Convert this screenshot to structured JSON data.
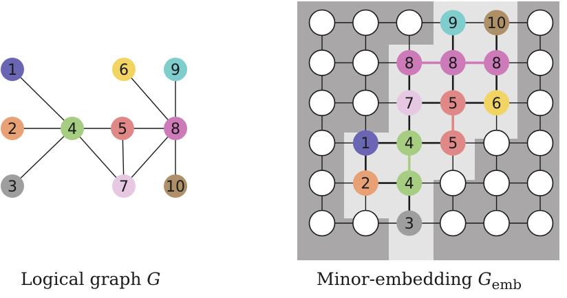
{
  "colors": {
    "n1": "#6a66b3",
    "n2": "#e8a174",
    "n3": "#9e9e9e",
    "n4": "#a6cd82",
    "n5": "#e08888",
    "n6": "#f2d463",
    "n7": "#e6c8e3",
    "n8": "#cc7ab8",
    "n9": "#7fcdcd",
    "n10": "#ae9068",
    "dark_region": "#a9a7a8",
    "light_region": "#e4e4e4",
    "chain_4": "#a6cd82",
    "chain_8": "#cc7ab8",
    "chain_5": "#e08888"
  },
  "logical": {
    "caption_text": "Logical graph ",
    "caption_symbol": "G",
    "nodes": [
      {
        "id": "1",
        "label": "1",
        "color_key": "n1"
      },
      {
        "id": "2",
        "label": "2",
        "color_key": "n2"
      },
      {
        "id": "3",
        "label": "3",
        "color_key": "n3"
      },
      {
        "id": "4",
        "label": "4",
        "color_key": "n4"
      },
      {
        "id": "5",
        "label": "5",
        "color_key": "n5"
      },
      {
        "id": "6",
        "label": "6",
        "color_key": "n6"
      },
      {
        "id": "7",
        "label": "7",
        "color_key": "n7"
      },
      {
        "id": "8",
        "label": "8",
        "color_key": "n8"
      },
      {
        "id": "9",
        "label": "9",
        "color_key": "n9"
      },
      {
        "id": "10",
        "label": "10",
        "color_key": "n10"
      }
    ],
    "edges": [
      [
        "1",
        "4"
      ],
      [
        "2",
        "4"
      ],
      [
        "3",
        "4"
      ],
      [
        "4",
        "5"
      ],
      [
        "4",
        "7"
      ],
      [
        "5",
        "7"
      ],
      [
        "5",
        "8"
      ],
      [
        "6",
        "8"
      ],
      [
        "8",
        "9"
      ],
      [
        "8",
        "10"
      ],
      [
        "7",
        "8"
      ]
    ]
  },
  "embedding": {
    "caption_text": "Minor-embedding ",
    "caption_symbol": "G",
    "caption_subscript": "emb",
    "rows": 6,
    "cols": 6,
    "labeled_nodes": [
      {
        "r": 0,
        "c": 3,
        "label": "9",
        "color_key": "n9"
      },
      {
        "r": 0,
        "c": 4,
        "label": "10",
        "color_key": "n10"
      },
      {
        "r": 1,
        "c": 2,
        "label": "8",
        "color_key": "n8"
      },
      {
        "r": 1,
        "c": 3,
        "label": "8",
        "color_key": "n8"
      },
      {
        "r": 1,
        "c": 4,
        "label": "8",
        "color_key": "n8"
      },
      {
        "r": 2,
        "c": 2,
        "label": "7",
        "color_key": "n7"
      },
      {
        "r": 2,
        "c": 3,
        "label": "5",
        "color_key": "n5"
      },
      {
        "r": 2,
        "c": 4,
        "label": "6",
        "color_key": "n6"
      },
      {
        "r": 3,
        "c": 1,
        "label": "1",
        "color_key": "n1"
      },
      {
        "r": 3,
        "c": 2,
        "label": "4",
        "color_key": "n4"
      },
      {
        "r": 3,
        "c": 3,
        "label": "5",
        "color_key": "n5"
      },
      {
        "r": 4,
        "c": 1,
        "label": "2",
        "color_key": "n2"
      },
      {
        "r": 4,
        "c": 2,
        "label": "4",
        "color_key": "n4"
      },
      {
        "r": 5,
        "c": 2,
        "label": "3",
        "color_key": "n3"
      }
    ],
    "chains": [
      {
        "a": [
          1,
          2
        ],
        "b": [
          1,
          3
        ],
        "color_key": "chain_8"
      },
      {
        "a": [
          1,
          3
        ],
        "b": [
          1,
          4
        ],
        "color_key": "chain_8"
      },
      {
        "a": [
          3,
          2
        ],
        "b": [
          4,
          2
        ],
        "color_key": "chain_4"
      },
      {
        "a": [
          2,
          3
        ],
        "b": [
          3,
          3
        ],
        "color_key": "chain_5"
      }
    ],
    "thick_edges": [
      [
        [
          0,
          3
        ],
        [
          1,
          3
        ]
      ],
      [
        [
          0,
          4
        ],
        [
          1,
          4
        ]
      ],
      [
        [
          1,
          3
        ],
        [
          2,
          3
        ]
      ],
      [
        [
          1,
          4
        ],
        [
          2,
          4
        ]
      ],
      [
        [
          1,
          2
        ],
        [
          2,
          2
        ]
      ],
      [
        [
          2,
          2
        ],
        [
          2,
          3
        ]
      ],
      [
        [
          2,
          3
        ],
        [
          2,
          4
        ]
      ],
      [
        [
          2,
          2
        ],
        [
          3,
          2
        ]
      ],
      [
        [
          3,
          1
        ],
        [
          3,
          2
        ]
      ],
      [
        [
          3,
          2
        ],
        [
          3,
          3
        ]
      ],
      [
        [
          4,
          1
        ],
        [
          4,
          2
        ]
      ],
      [
        [
          4,
          2
        ],
        [
          5,
          2
        ]
      ],
      [
        [
          3,
          1
        ],
        [
          4,
          1
        ]
      ]
    ]
  }
}
